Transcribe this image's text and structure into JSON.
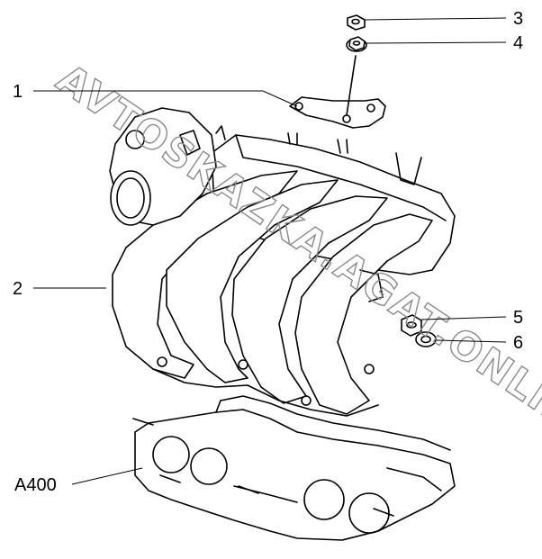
{
  "callouts": {
    "c1": "1",
    "c2": "2",
    "c3": "3",
    "c4": "4",
    "c5": "5",
    "c6": "6",
    "a400": "A400"
  },
  "watermark": "AVTOSKAZKA.AGAT.ONLINE",
  "colors": {
    "line": "#000000",
    "background": "#ffffff",
    "watermark": "#8a8a8a"
  }
}
